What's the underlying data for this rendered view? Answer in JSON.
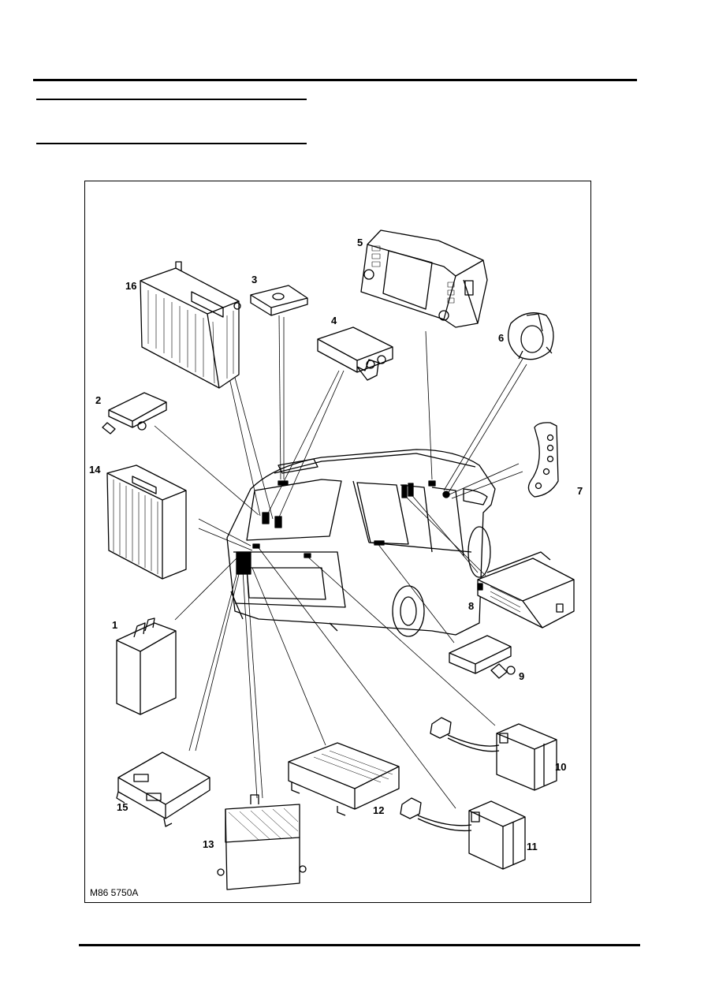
{
  "figure": {
    "code": "M86 5750A",
    "callouts": [
      "1",
      "2",
      "3",
      "4",
      "5",
      "6",
      "7",
      "8",
      "9",
      "10",
      "11",
      "12",
      "13",
      "14",
      "15",
      "16"
    ]
  },
  "colors": {
    "ink": "#000000",
    "paper": "#ffffff"
  }
}
